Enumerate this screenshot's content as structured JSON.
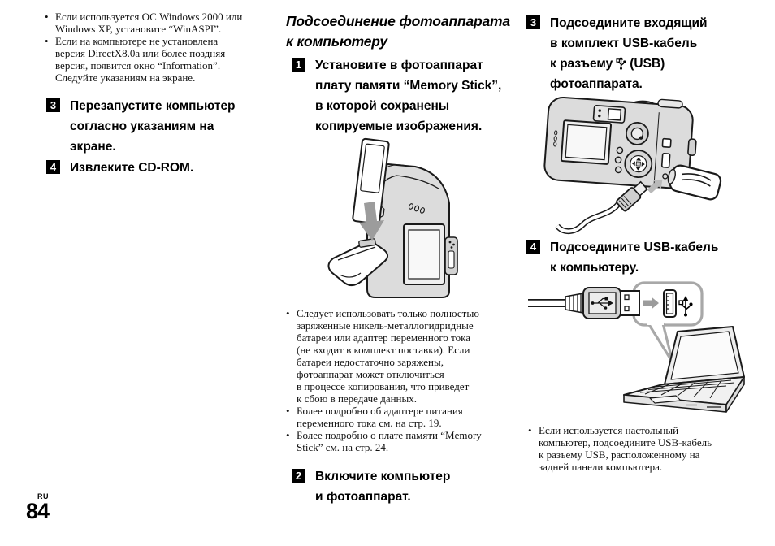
{
  "bullet_char": "•",
  "page_label": {
    "lang": "RU",
    "number": "84"
  },
  "colors": {
    "ink": "#111111",
    "step_box": "#000000",
    "camera_gray": "#dcdcdc",
    "panel_gray": "#efefef",
    "arrow_gray": "#9c9c9c",
    "callout_gray": "#a8a8a8"
  },
  "left_column": {
    "notes": [
      {
        "lines": [
          "Если используется ОС Windows 2000 или",
          "Windows XP, установите “WinASPI”."
        ]
      },
      {
        "lines": [
          "Если на компьютере не установлена",
          "версия DirectX8.0a или более поздняя",
          "версия, появится окно “Information”.",
          "Следуйте указаниям на экране."
        ]
      }
    ],
    "steps": [
      {
        "number": "3",
        "lines": [
          "Перезапустите компьютер",
          "согласно указаниям на",
          "экране."
        ]
      },
      {
        "number": "4",
        "lines": [
          "Извлеките CD-ROM."
        ]
      }
    ]
  },
  "middle_column": {
    "heading_lines": [
      "Подсоединение фотоаппарата",
      "к компьютеру"
    ],
    "step_1": {
      "number": "1",
      "lines": [
        "Установите в фотоаппарат",
        "плату памяти “Memory Stick”,",
        "в которой сохранены",
        "копируемые изображения."
      ]
    },
    "notes": [
      {
        "lines": [
          "Следует использовать только полностью",
          "заряженные никель-металлогидридные",
          "батареи или адаптер переменного тока",
          "(не входит в комплект поставки). Если",
          "батареи недостаточно заряжены,",
          "фотоаппарат может отключиться",
          "в процессе копирования, что приведет",
          "к сбою в передаче данных."
        ]
      },
      {
        "lines": [
          "Более подробно об адаптере питания",
          "переменного тока см. на стр. 19."
        ]
      },
      {
        "lines": [
          "Более подробно о плате памяти “Memory",
          "Stick” см. на стр. 24."
        ]
      }
    ],
    "step_2": {
      "number": "2",
      "lines": [
        "Включите компьютер",
        "и фотоаппарат."
      ]
    }
  },
  "right_column": {
    "step_3": {
      "number": "3",
      "line_1": "Подсоедините входящий",
      "line_2": "в комплект USB-кабель",
      "line_3_before": "к разъему",
      "line_3_after": "(USB)",
      "line_4": "фотоаппарата."
    },
    "step_4": {
      "number": "4",
      "lines": [
        "Подсоедините USB-кабель",
        "к компьютеру."
      ]
    },
    "note": {
      "lines": [
        "Если используется настольный",
        "компьютер, подсоедините USB-кабель",
        "к разъему USB, расположенному на",
        "задней панели компьютера."
      ]
    }
  }
}
